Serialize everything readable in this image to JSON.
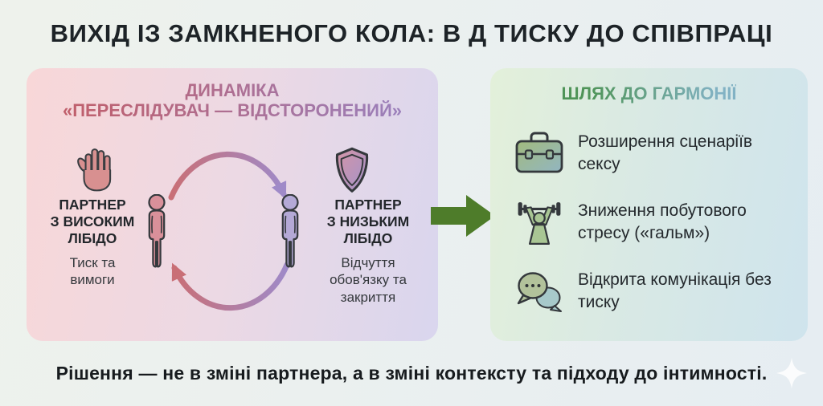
{
  "title": "ВИХІД ІЗ ЗАМКНЕНОГО КОЛА: В Д ТИСКУ ДО СПІВПРАЦІ",
  "left_panel": {
    "heading_line1": "ДИНАМІКА",
    "heading_line2": "«ПЕРЕСЛІДУВАЧ — ВІДСТОРОНЕНИЙ»",
    "partner_high": {
      "icon": "stop-hand-icon",
      "label_line1": "ПАРТНЕР",
      "label_line2": "З ВИСОКИМ",
      "label_line3": "ЛІБІДО",
      "subtext": "Тиск та вимоги"
    },
    "partner_low": {
      "icon": "shield-icon",
      "label_line1": "ПАРТНЕР",
      "label_line2": "З НИЗЬКИМ",
      "label_line3": "ЛІБІДО",
      "subtext": "Відчуття обов'язку та закриття"
    }
  },
  "right_panel": {
    "heading": "ШЛЯХ ДО ГАРМОНІЇ",
    "items": [
      {
        "icon": "briefcase-icon",
        "text": "Розширення сценаріїв сексу"
      },
      {
        "icon": "weightlifter-icon",
        "text": "Зниження побутового стресу («гальм»)"
      },
      {
        "icon": "chat-bubbles-icon",
        "text": "Відкрита комунікація без тиску"
      }
    ]
  },
  "footer": {
    "text": "Рішення — не в зміні партнера, а в зміні контексту та підходу до інтимності."
  },
  "colors": {
    "arrow_green": "#4e7c2a",
    "pursuer_pink": "#c05f6b",
    "withdrawn_purple": "#9b7fba",
    "harmony_green": "#4f9458",
    "harmony_blue": "#82b2c4",
    "person_pink": "#d9909a",
    "person_purple": "#b4a9d6"
  }
}
